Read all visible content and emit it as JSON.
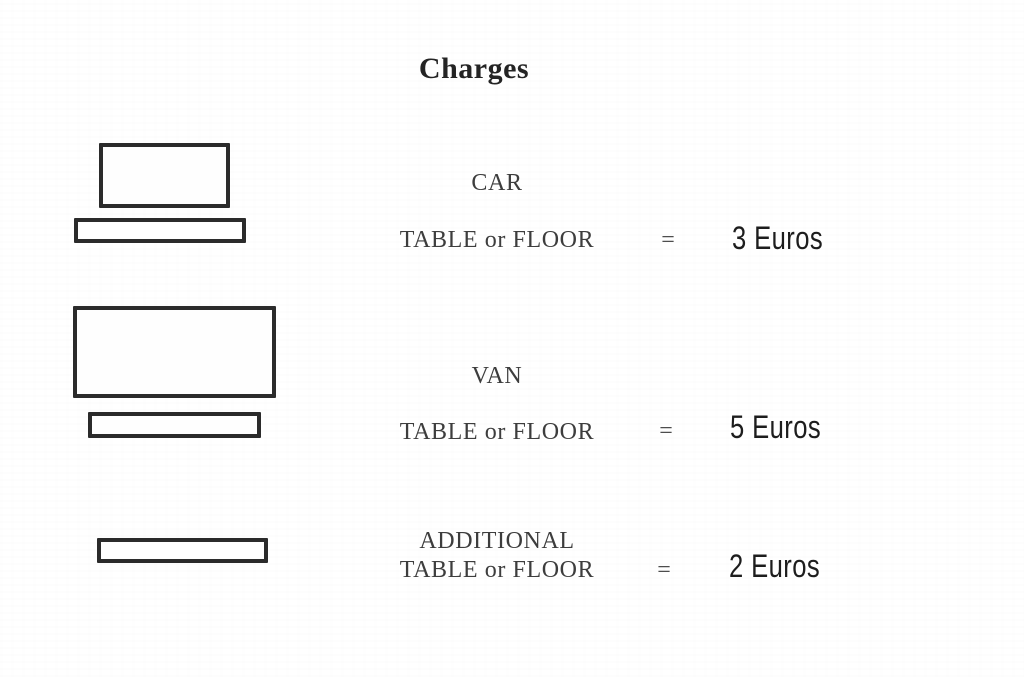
{
  "page": {
    "title": "Charges",
    "kind": "scanned price sign"
  },
  "colors": {
    "background": "#ffffff",
    "title_ink": "#242424",
    "label_ink": "#3d3d3d",
    "price_ink": "#1d1d1d",
    "shape_border": "#2b2b2b"
  },
  "rows": [
    {
      "icon": "car-with-table-icon",
      "line1": "CAR",
      "line2": "TABLE or FLOOR",
      "equals": "=",
      "price": "3 Euros"
    },
    {
      "icon": "van-with-table-icon",
      "line1": "VAN",
      "line2": "TABLE or FLOOR",
      "equals": "=",
      "price": "5 Euros"
    },
    {
      "icon": "table-icon",
      "line1": "ADDITIONAL",
      "line2": "TABLE or FLOOR",
      "equals": "=",
      "price": "2 Euros"
    }
  ]
}
